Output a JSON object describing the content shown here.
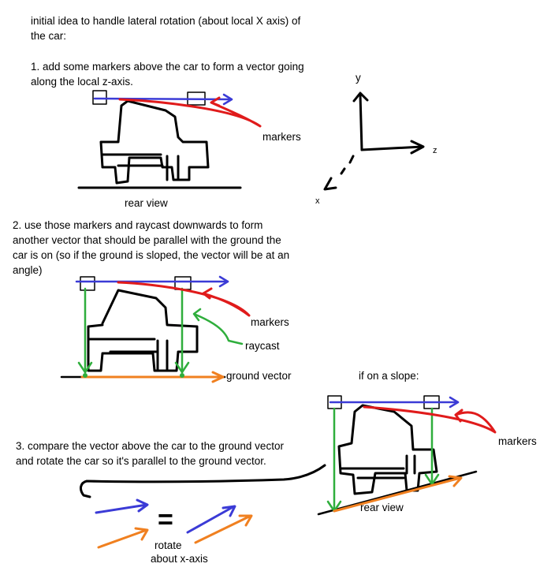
{
  "intro": {
    "line1": "initial idea to handle lateral rotation (about local X axis) of",
    "line2": "the car:"
  },
  "step1": {
    "line1": "1. add some markers above the car to form a vector going",
    "line2": "along the local z-axis."
  },
  "step2": {
    "line1": "2. use those markers and raycast downwards to form",
    "line2": "another vector that should be parallel with the ground the",
    "line3": "car is on (so if the ground is sloped, the vector will be at an",
    "line4": "angle)"
  },
  "step3": {
    "line1": "3. compare the vector above the car to the ground vector",
    "line2": "and rotate the car so it's parallel to the ground vector."
  },
  "labels": {
    "markers": "markers",
    "rear_view": "rear view",
    "raycast": "raycast",
    "ground_vector": "ground vector",
    "if_on_slope": "if on a slope:",
    "equals": "=",
    "rotate": "rotate",
    "about_x_axis": "about x-axis"
  },
  "axes": {
    "y": "y",
    "z": "z",
    "x": "x"
  },
  "colors": {
    "marker_vector": "#3b3bd6",
    "markers_arrow": "#e01b1b",
    "raycast": "#2fae3c",
    "ground_vector": "#f08020",
    "ink": "#000000"
  }
}
